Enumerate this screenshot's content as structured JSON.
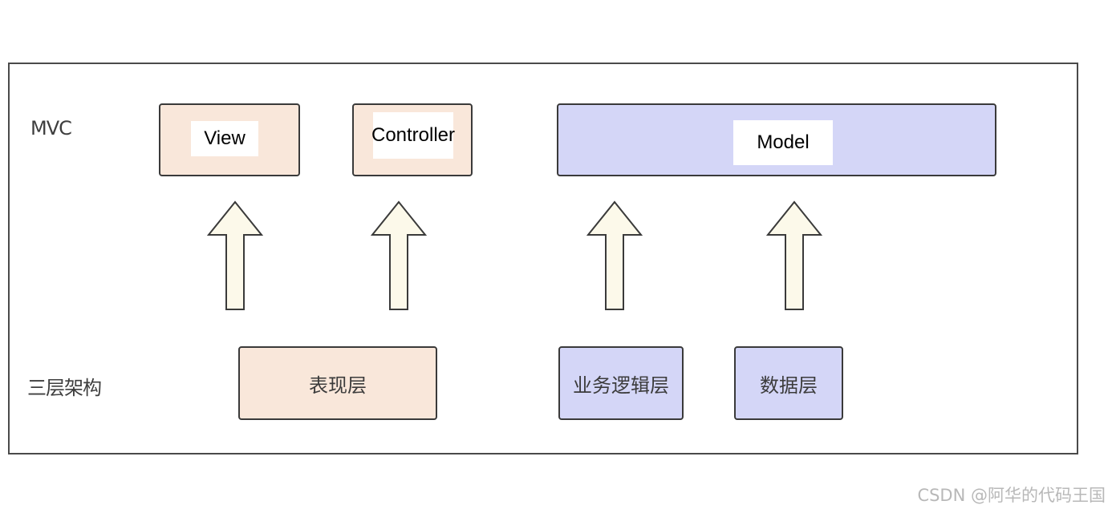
{
  "diagram": {
    "row_labels": {
      "mvc": "MVC",
      "three_tier": "三层架构"
    },
    "mvc_boxes": [
      {
        "label": "View"
      },
      {
        "label": "Controller"
      },
      {
        "label": "Model"
      }
    ],
    "tier_boxes": [
      {
        "label": "表现层"
      },
      {
        "label": "业务逻辑层"
      },
      {
        "label": "数据层"
      }
    ],
    "colors": {
      "presentation": "#f9e7da",
      "model_side": "#d4d6f7",
      "arrow_fill": "#fcf9ea",
      "border": "#3a3a3a"
    }
  },
  "watermark": "CSDN @阿华的代码王国"
}
